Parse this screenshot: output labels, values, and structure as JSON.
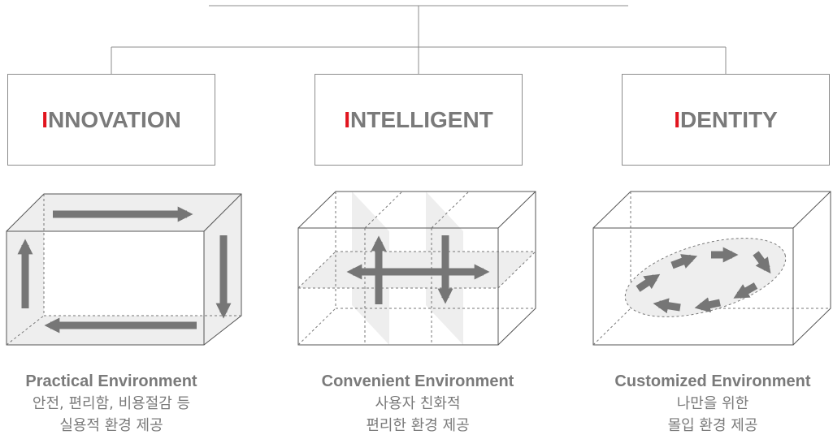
{
  "columns": [
    {
      "key": "innovation",
      "first_letter": "I",
      "word_rest": "NNOVATION",
      "caption_title": "Practical Environment",
      "caption_lines": [
        "안전, 편리함, 비용절감 등",
        "실용적 환경 제공"
      ]
    },
    {
      "key": "intelligent",
      "first_letter": "I",
      "word_rest": "NTELLIGENT",
      "caption_title": "Convenient Environment",
      "caption_lines": [
        "사용자 친화적",
        "편리한 환경 제공"
      ]
    },
    {
      "key": "identity",
      "first_letter": "I",
      "word_rest": "DENTITY",
      "caption_title": "Customized Environment",
      "caption_lines": [
        "나만을 위한",
        "몰입 환경 제공"
      ]
    }
  ],
  "colors": {
    "accent": "#e1141e",
    "text": "#7a7a7a",
    "arrow": "#767676",
    "line": "#8c8c8c",
    "panel_fill": "#eeeeee"
  },
  "icons": [
    "box-cycle-arrows-icon",
    "box-cross-arrows-icon",
    "box-ellipse-arrows-icon"
  ]
}
